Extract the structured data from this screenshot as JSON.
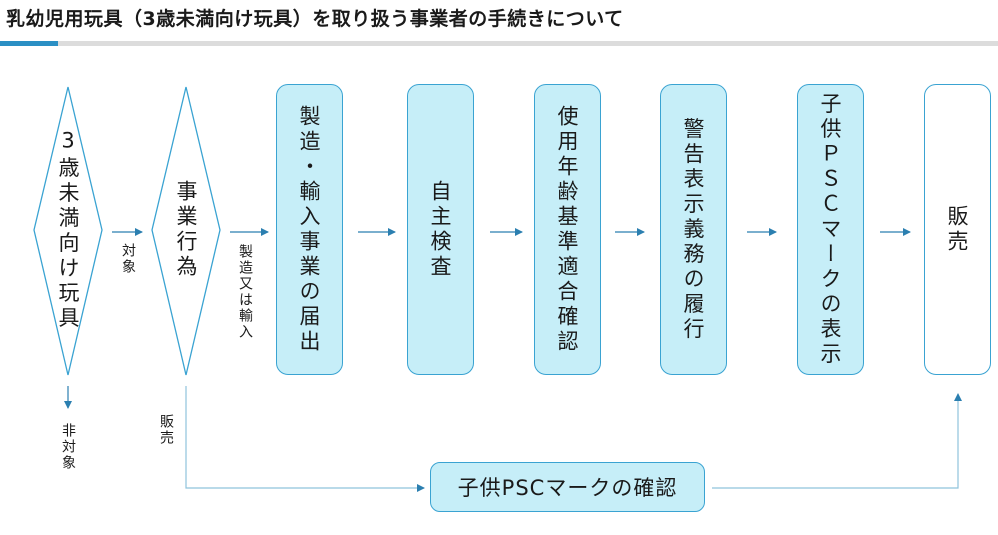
{
  "title": "乳幼児用玩具（3歳未満向け玩具）を取り扱う事業者の手続きについて",
  "diamonds": [
    {
      "label": "3歳未満向け玩具"
    },
    {
      "label": "事業行為"
    }
  ],
  "edge_labels": {
    "target": "対象",
    "non_target": "非対象",
    "manufacture_or_import": "製造又は輸入",
    "sales": "販売"
  },
  "steps": [
    {
      "label": "製造・輸入事業の届出"
    },
    {
      "label": "自主検査"
    },
    {
      "label": "使用年齢基準適合確認"
    },
    {
      "label": "警告表示義務の履行"
    },
    {
      "label": "子供ＰＳＣマークの表示"
    },
    {
      "label": "販売"
    }
  ],
  "check_box": {
    "label": "子供PSCマークの確認"
  },
  "colors": {
    "box_fill": "#c6eef8",
    "box_border": "#3aa3d2",
    "arrow": "#2b7fb0",
    "accent": "#2b8fc4"
  }
}
